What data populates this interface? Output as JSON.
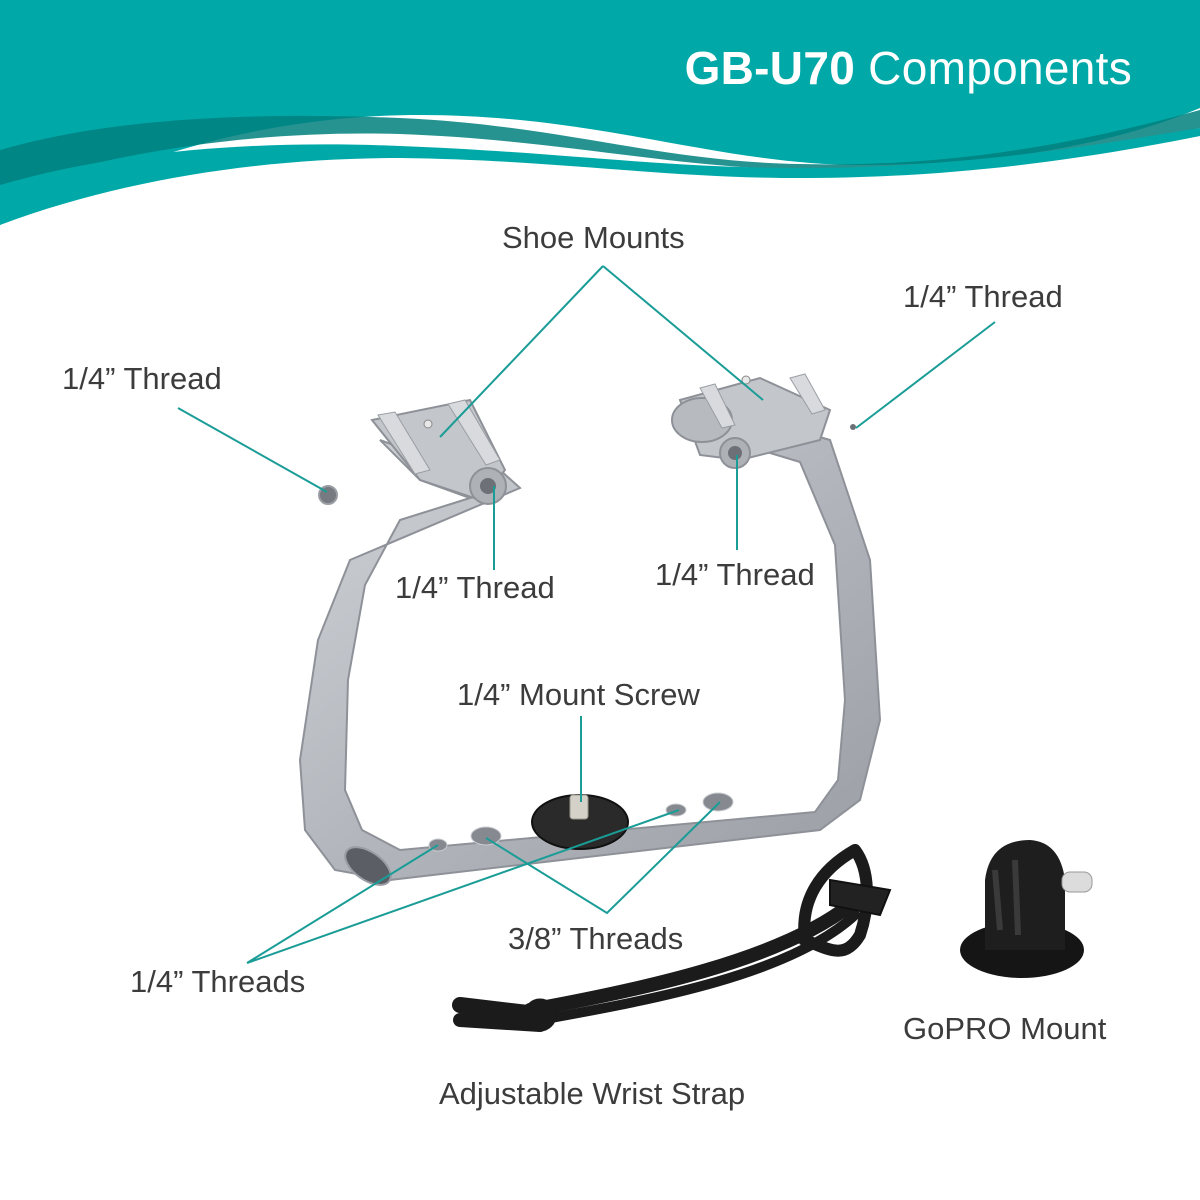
{
  "header": {
    "model": "GB-U70",
    "title_suffix": " Components",
    "band_color": "#00a9a8",
    "wave_dark_color": "#00807e"
  },
  "callout_line_color": "#1a9c97",
  "labels": {
    "shoe_mounts": "Shoe Mounts",
    "thread_top_left": "1/4” Thread",
    "thread_top_right": "1/4” Thread",
    "thread_inner_left": "1/4” Thread",
    "thread_inner_right": "1/4” Thread",
    "mount_screw": "1/4” Mount Screw",
    "threads_3_8": "3/8” Threads",
    "threads_1_4": "1/4” Threads",
    "gopro_mount": "GoPRO Mount",
    "wrist_strap": "Adjustable Wrist Strap"
  },
  "product_colors": {
    "frame": "#b4b8be",
    "frame_highlight": "#d4d7db",
    "frame_shadow": "#8e9298",
    "rubber_pad": "#2a2a2a",
    "strap": "#1b1b1b"
  }
}
